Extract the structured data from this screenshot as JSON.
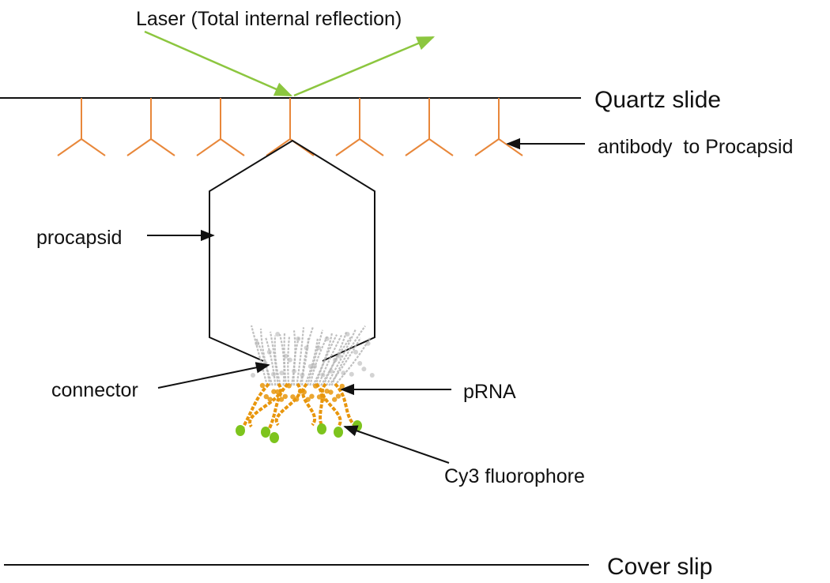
{
  "diagram": {
    "laser_label": "Laser (Total internal reflection)",
    "quartz_label": "Quartz slide",
    "antibody_label": "antibody  to Procapsid",
    "procapsid_label": "procapsid",
    "connector_label": "connector",
    "prna_label": "pRNA",
    "cy3_label": "Cy3 fluorophore",
    "coverslip_label": "Cover slip",
    "antibody_count": 7,
    "fluorophore_count": 6
  },
  "colors": {
    "laser": "#8cc63f",
    "antibody": "#e8873a",
    "line": "#111111",
    "connector": "#b5b5b5",
    "prna": "#e8960c",
    "fluorophore": "#7dc41d"
  },
  "icons": {
    "antibody": "y-shaped-antibody-icon",
    "fluorophore": "green-dot-icon"
  }
}
